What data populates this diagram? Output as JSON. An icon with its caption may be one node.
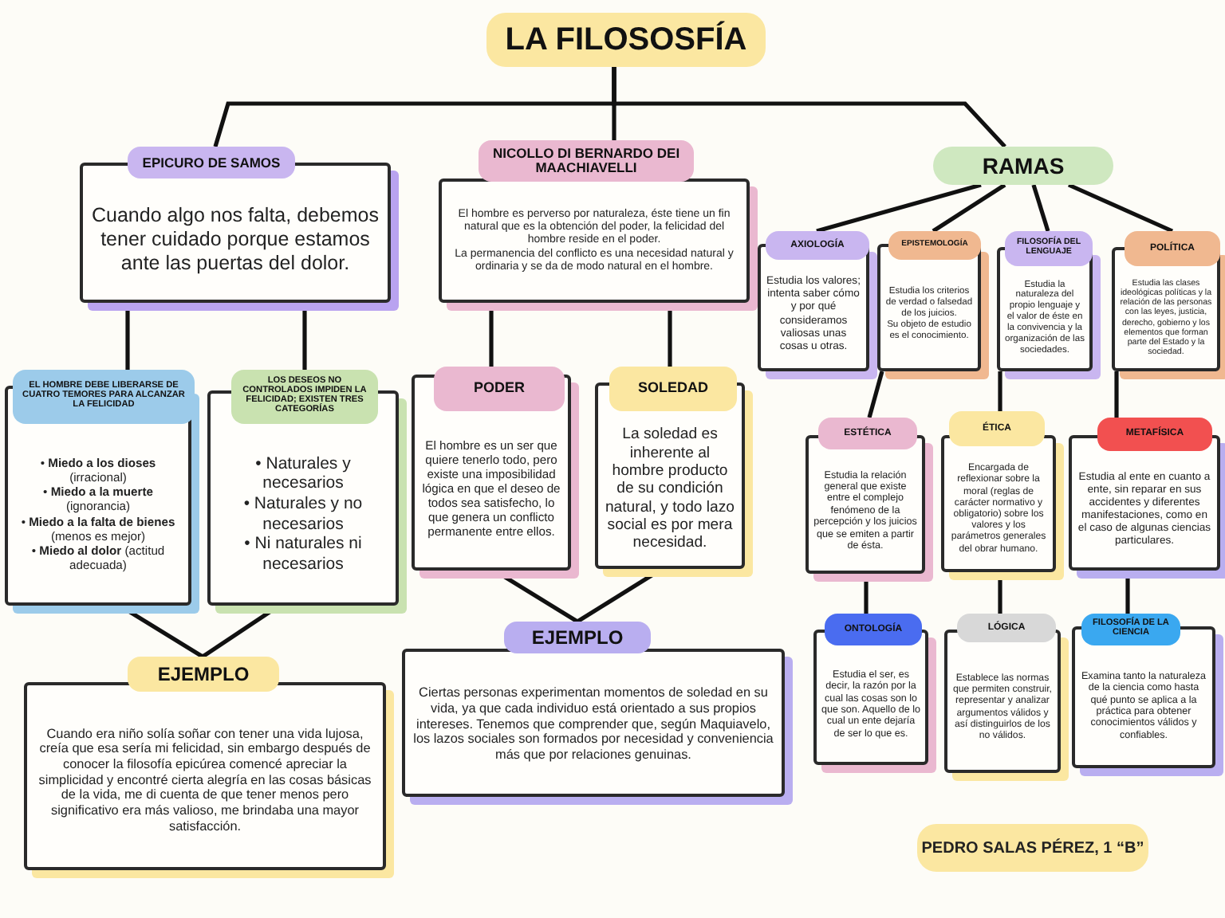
{
  "diagram": {
    "nodes": [
      {
        "text": [
          "LA FILOSOSFÍA"
        ]
      },
      {
        "text": [
          "EPICURO DE SAMOS",
          "Cuando algo nos falta, debemos tener cuidado porque estamos ante las puertas del dolor."
        ]
      },
      {
        "text": [
          "NICOLLO DI BERNARDO DEI MAACHIAVELLI",
          "El hombre es perverso por naturaleza, éste tiene un fin natural que es la obtención del poder, la felicidad del hombre reside en el poder.",
          "La permanencia del conflicto es una necesidad natural y ordinaria y se da de modo natural en el hombre."
        ]
      },
      {
        "text": [
          "RAMAS"
        ]
      },
      {
        "text": [
          "EL HOMBRE DEBE LIBERARSE DE CUATRO TEMORES PARA ALCANZAR LA FELICIDAD",
          "• **Miedo a los dioses** (irracional)",
          "• **Miedo a la muerte** (ignorancia)",
          "• **Miedo a la falta de bienes** (menos es mejor)",
          "• **Miedo al dolor** (actitud adecuada)"
        ]
      },
      {
        "text": [
          "LOS DESEOS NO CONTROLADOS IMPIDEN LA FELICIDAD; EXISTEN TRES CATEGORÍAS",
          "• Naturales y necesarios",
          "• Naturales y no necesarios",
          "• Ni naturales ni necesarios"
        ]
      },
      {
        "text": [
          "PODER",
          "El hombre es un ser que quiere tenerlo todo, pero existe una imposibilidad lógica en que el deseo de todos sea satisfecho, lo que genera un conflicto permanente entre ellos."
        ]
      },
      {
        "text": [
          "SOLEDAD",
          "La soledad es inherente al hombre producto de su condición natural, y todo lazo social es por mera necesidad."
        ]
      },
      {
        "text": [
          "EJEMPLO",
          "Cuando era niño solía soñar con tener una vida lujosa, creía que esa sería mi felicidad, sin embargo después de conocer la filosofía epicúrea comencé apreciar la simplicidad y encontré cierta alegría en las cosas básicas de la vida, me di cuenta de que tener menos pero significativo era más valioso, me brindaba una mayor satisfacción."
        ]
      },
      {
        "text": [
          "EJEMPLO",
          "Ciertas personas experimentan momentos de soledad en su vida, ya que cada individuo está orientado a sus propios intereses. Tenemos que comprender que, según Maquiavelo, los lazos sociales son formados por necesidad y conveniencia más que por relaciones genuinas."
        ]
      },
      {
        "text": [
          "AXIOLOGÍA",
          "Estudia los valores; intenta saber cómo y por qué consideramos valiosas unas cosas u otras."
        ]
      },
      {
        "text": [
          "EPISTEMOLOGÍA",
          "Estudia los criterios de verdad o falsedad de los juicios.",
          "Su objeto de estudio es el conocimiento."
        ]
      },
      {
        "text": [
          "FILOSOFÍA DEL LENGUAJE",
          "Estudia la naturaleza del propio lenguaje y el valor de éste en la convivencia y la organización de las sociedades."
        ]
      },
      {
        "text": [
          "POLÍTICA",
          "Estudia las clases ideológicas políticas y la relación de las personas con las leyes, justicia, derecho, gobierno y los elementos que forman parte del Estado y la sociedad."
        ]
      },
      {
        "text": [
          "ESTÉTICA",
          "Estudia la relación general que existe entre el complejo fenómeno de la percepción y los juicios que se emiten a partir de ésta."
        ]
      },
      {
        "text": [
          "ÉTICA",
          "Encargada de reflexionar sobre la moral (reglas de carácter normativo y obligatorio) sobre los valores y los parámetros generales del obrar humano."
        ]
      },
      {
        "text": [
          "METAFÍSICA",
          "Estudia al ente en cuanto a ente, sin reparar en sus accidentes y diferentes manifestaciones, como en el caso de algunas ciencias particulares."
        ]
      },
      {
        "text": [
          "ONTOLOGÍA",
          "Estudia el ser, es decir, la razón por la cual las cosas son lo que son. Aquello de lo cual un ente dejaría de ser lo que es."
        ]
      },
      {
        "text": [
          "LÓGICA",
          "Establece las normas que permiten construir, representar y analizar argumentos válidos y así distinguirlos de los no válidos."
        ]
      },
      {
        "text": [
          "FILOSOFÍA DE LA CIENCIA",
          "Examina tanto la naturaleza de la ciencia como hasta qué punto se aplica a la práctica para obtener conocimientos válidos y confiables."
        ]
      }
    ],
    "edges": [
      {
        "from": 0,
        "to": 1,
        "arrow": "none"
      },
      {
        "from": 0,
        "to": 2,
        "arrow": "none"
      },
      {
        "from": 0,
        "to": 3,
        "arrow": "none"
      },
      {
        "from": 1,
        "to": 4,
        "arrow": "none"
      },
      {
        "from": 1,
        "to": 5,
        "arrow": "none"
      },
      {
        "from": 2,
        "to": 6,
        "arrow": "none"
      },
      {
        "from": 2,
        "to": 7,
        "arrow": "none"
      },
      {
        "from": 4,
        "to": 8,
        "arrow": "none"
      },
      {
        "from": 5,
        "to": 8,
        "arrow": "none"
      },
      {
        "from": 6,
        "to": 9,
        "arrow": "none"
      },
      {
        "from": 7,
        "to": 9,
        "arrow": "none"
      },
      {
        "from": 3,
        "to": 10,
        "arrow": "none"
      },
      {
        "from": 3,
        "to": 11,
        "arrow": "none"
      },
      {
        "from": 3,
        "to": 12,
        "arrow": "none"
      },
      {
        "from": 3,
        "to": 13,
        "arrow": "none"
      },
      {
        "from": 11,
        "to": 14,
        "arrow": "none"
      },
      {
        "from": 12,
        "to": 15,
        "arrow": "none"
      },
      {
        "from": 13,
        "to": 16,
        "arrow": "none"
      },
      {
        "from": 14,
        "to": 17,
        "arrow": "none"
      },
      {
        "from": 15,
        "to": 18,
        "arrow": "none"
      },
      {
        "from": 16,
        "to": 19,
        "arrow": "none"
      }
    ],
    "labels": [
      "PEDRO SALAS PÉREZ, 1 “B”"
    ]
  }
}
